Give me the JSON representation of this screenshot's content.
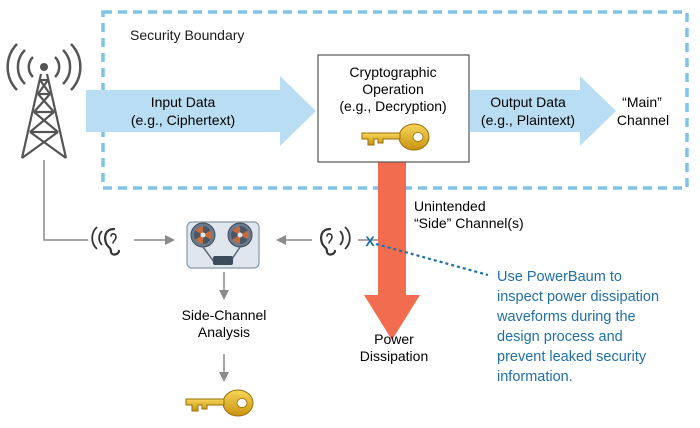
{
  "boundary": {
    "label": "Security Boundary"
  },
  "input": {
    "line1": "Input Data",
    "line2": "(e.g., Ciphertext)"
  },
  "crypto": {
    "line1": "Cryptographic",
    "line2": "Operation",
    "line3": "(e.g., Decryption)"
  },
  "output": {
    "line1": "Output Data",
    "line2": "(e.g., Plaintext)"
  },
  "main_channel": {
    "line1": "“Main”",
    "line2": "Channel"
  },
  "side_channel": {
    "line1": "Unintended",
    "line2": "“Side” Channel(s)"
  },
  "power": {
    "line1": "Power",
    "line2": "Dissipation"
  },
  "analysis": {
    "line1": "Side-Channel",
    "line2": "Analysis"
  },
  "block_mark": "X",
  "note": {
    "lines": [
      "Use PowerBaum to",
      "inspect power dissipation",
      "waveforms during the",
      "design process and",
      "prevent leaked security",
      "information."
    ]
  },
  "colors": {
    "boundary": "#7ec3e8",
    "data_arrow": "#b9ddf3",
    "power_arrow": "#f26d50",
    "note_text": "#1f6fa8",
    "key": "#e8b620",
    "tower": "#555555",
    "connector": "#8a8a8a"
  }
}
